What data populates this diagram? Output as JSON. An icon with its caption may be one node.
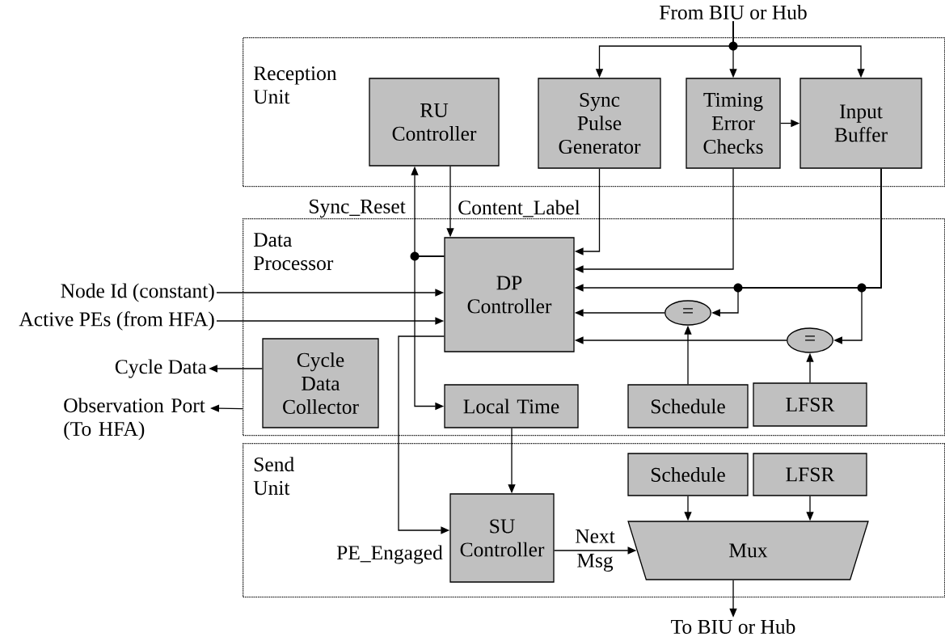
{
  "diagram": {
    "nodes": [
      {
        "text": [
          "Reception Unit"
        ]
      },
      {
        "text": [
          "RU Controller"
        ],
        "in": 0
      },
      {
        "text": [
          "Sync Pulse Generator"
        ],
        "in": 0
      },
      {
        "text": [
          "Timing Error Checks"
        ],
        "in": 0
      },
      {
        "text": [
          "Input Buffer"
        ],
        "in": 0
      },
      {
        "text": [
          "Data Processor"
        ]
      },
      {
        "text": [
          "DP Controller"
        ],
        "in": 5
      },
      {
        "text": [
          "Cycle Data Collector"
        ],
        "in": 5
      },
      {
        "text": [
          "Local Time"
        ],
        "in": 5
      },
      {
        "text": [
          "="
        ],
        "in": 5
      },
      {
        "text": [
          "="
        ],
        "in": 5
      },
      {
        "text": [
          "Schedule"
        ],
        "in": 5
      },
      {
        "text": [
          "LFSR"
        ],
        "in": 5
      },
      {
        "text": [
          "Send Unit"
        ]
      },
      {
        "text": [
          "SU Controller"
        ],
        "in": 13
      },
      {
        "text": [
          "Schedule"
        ],
        "in": 13
      },
      {
        "text": [
          "LFSR"
        ],
        "in": 13
      },
      {
        "text": [
          "Mux"
        ],
        "in": 13
      },
      {
        "text": [
          "From BIU or Hub"
        ]
      },
      {
        "text": [
          "To BIU or Hub"
        ]
      },
      {
        "text": [
          "Node Id (constant)"
        ]
      },
      {
        "text": [
          "Active PEs (from HFA)"
        ]
      },
      {
        "text": [
          "Cycle Data"
        ]
      },
      {
        "text": [
          "Observation Port (To HFA)"
        ]
      }
    ],
    "edges": [
      {
        "from": 18,
        "to": 2,
        "arrow": "to"
      },
      {
        "from": 18,
        "to": 3,
        "arrow": "to"
      },
      {
        "from": 18,
        "to": 4,
        "arrow": "to"
      },
      {
        "from": 3,
        "to": 4,
        "arrow": "to"
      },
      {
        "from": 1,
        "to": 6,
        "arrow": "to",
        "label": "Content_Label"
      },
      {
        "from": 6,
        "to": 1,
        "arrow": "to",
        "label": "Sync_Reset"
      },
      {
        "from": 6,
        "to": 8,
        "arrow": "to"
      },
      {
        "from": 2,
        "to": 6,
        "arrow": "to"
      },
      {
        "from": 3,
        "to": 6,
        "arrow": "to"
      },
      {
        "from": 4,
        "to": 6,
        "arrow": "to"
      },
      {
        "from": 4,
        "to": 9,
        "arrow": "to"
      },
      {
        "from": 4,
        "to": 10,
        "arrow": "to"
      },
      {
        "from": 9,
        "to": 6,
        "arrow": "to"
      },
      {
        "from": 10,
        "to": 6,
        "arrow": "to"
      },
      {
        "from": 11,
        "to": 9,
        "arrow": "to"
      },
      {
        "from": 12,
        "to": 10,
        "arrow": "to"
      },
      {
        "from": 20,
        "to": 6,
        "arrow": "to"
      },
      {
        "from": 21,
        "to": 6,
        "arrow": "to"
      },
      {
        "from": 7,
        "to": 22,
        "arrow": "to"
      },
      {
        "from": 5,
        "to": 23,
        "arrow": "to"
      },
      {
        "from": 6,
        "to": 14,
        "arrow": "to",
        "label": "PE_Engaged"
      },
      {
        "from": 8,
        "to": 14,
        "arrow": "to"
      },
      {
        "from": 14,
        "to": 17,
        "arrow": "to",
        "label": "Next Msg"
      },
      {
        "from": 15,
        "to": 17,
        "arrow": "to"
      },
      {
        "from": 16,
        "to": 17,
        "arrow": "to"
      },
      {
        "from": 17,
        "to": 19,
        "arrow": "to"
      }
    ]
  }
}
